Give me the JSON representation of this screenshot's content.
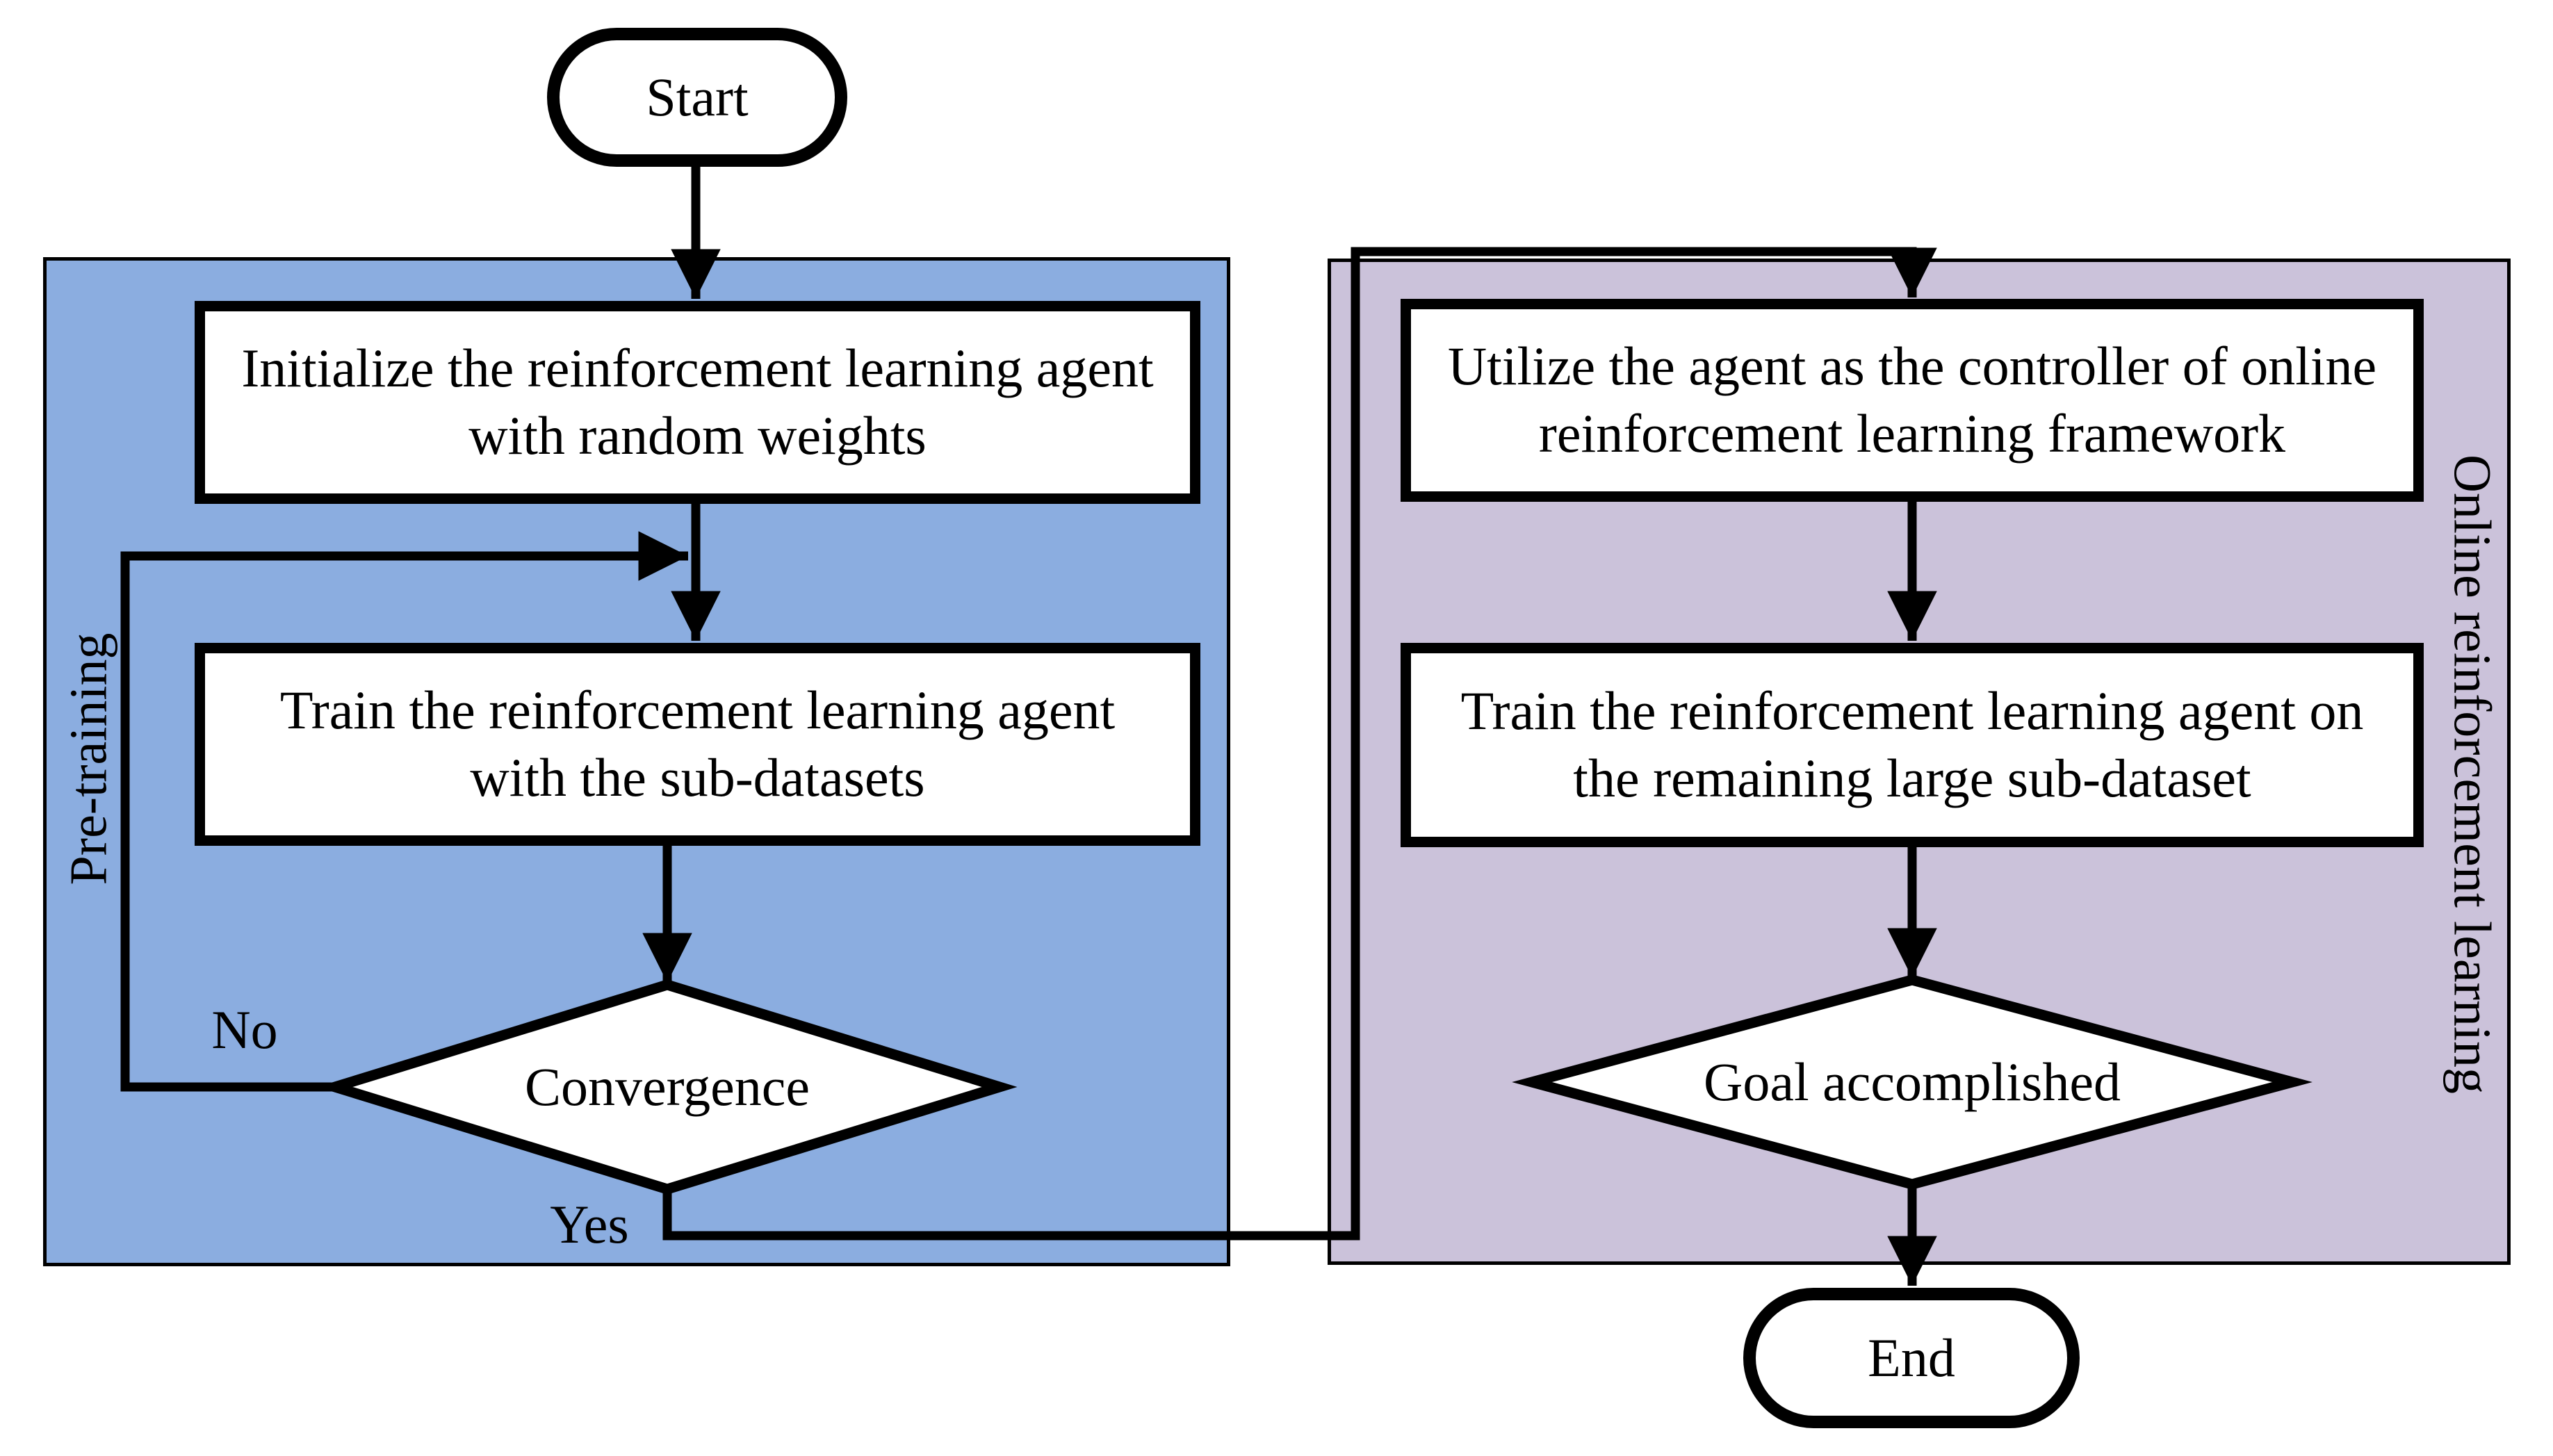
{
  "flowchart": {
    "start": {
      "label": "Start"
    },
    "end": {
      "label": "End"
    },
    "pretraining_panel": {
      "label": "Pre-training",
      "box_initialize": {
        "line1": "Initialize the reinforcement learning agent",
        "line2": "with random weights"
      },
      "box_train": {
        "line1": "Train the reinforcement learning agent",
        "line2": "with the sub-datasets"
      },
      "decision_convergence": {
        "label": "Convergence",
        "branch_no": "No",
        "branch_yes": "Yes"
      }
    },
    "online_panel": {
      "label": "Online reinforcement learning",
      "box_utilize": {
        "line1": "Utilize the agent as the controller of  online",
        "line2": "reinforcement learning framework"
      },
      "box_train_online": {
        "line1": "Train the reinforcement learning agent on",
        "line2": "the remaining large sub-dataset"
      },
      "decision_goal": {
        "label": "Goal accomplished"
      }
    },
    "colors": {
      "pretraining_bg": "#8BADE0",
      "online_bg": "#CBC2DA",
      "node_fill": "#FFFFFF",
      "line_color": "#000000"
    }
  }
}
